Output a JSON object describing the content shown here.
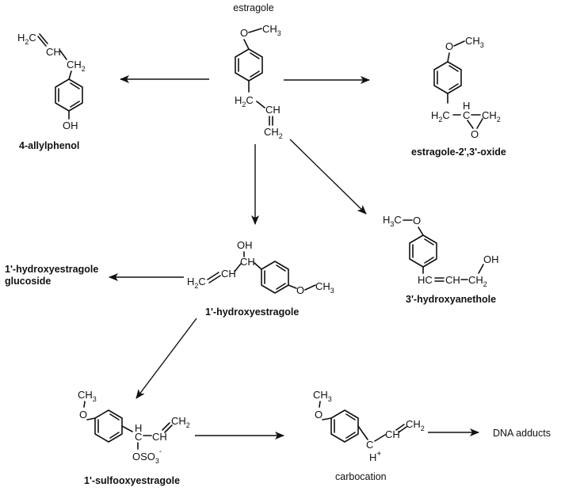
{
  "compounds": {
    "estragole": {
      "name": "estragole"
    },
    "allylphenol": {
      "name": "4-allylphenol"
    },
    "oxide": {
      "name": "estragole-2',3'-oxide"
    },
    "hydroxyestragole": {
      "name": "1'-hydroxyestragole"
    },
    "hydroxyanethole": {
      "name": "3'-hydroxyanethole"
    },
    "glucoside": {
      "name_line1": "1'-hydroxyestragole",
      "name_line2": "glucoside"
    },
    "sulfooxy": {
      "name": "1'-sulfooxyestragole"
    },
    "carbocation": {
      "name": "carbocation"
    },
    "adducts": {
      "name": "DNA adducts"
    }
  },
  "atoms": {
    "O": "O",
    "CH3": "CH",
    "CH3_sub": "3",
    "H3C": "H",
    "H3C_sub": "3",
    "H3C_c": "C",
    "H2C": "H",
    "H2C_sub": "2",
    "H2C_c": "C",
    "CH2": "CH",
    "CH2_sub": "2",
    "CH": "CH",
    "H": "H",
    "Hplus": "H",
    "plus": "+",
    "OH": "OH",
    "C": "C",
    "OSO3": "OSO",
    "OSO3_sub": "3",
    "minus": "-"
  }
}
